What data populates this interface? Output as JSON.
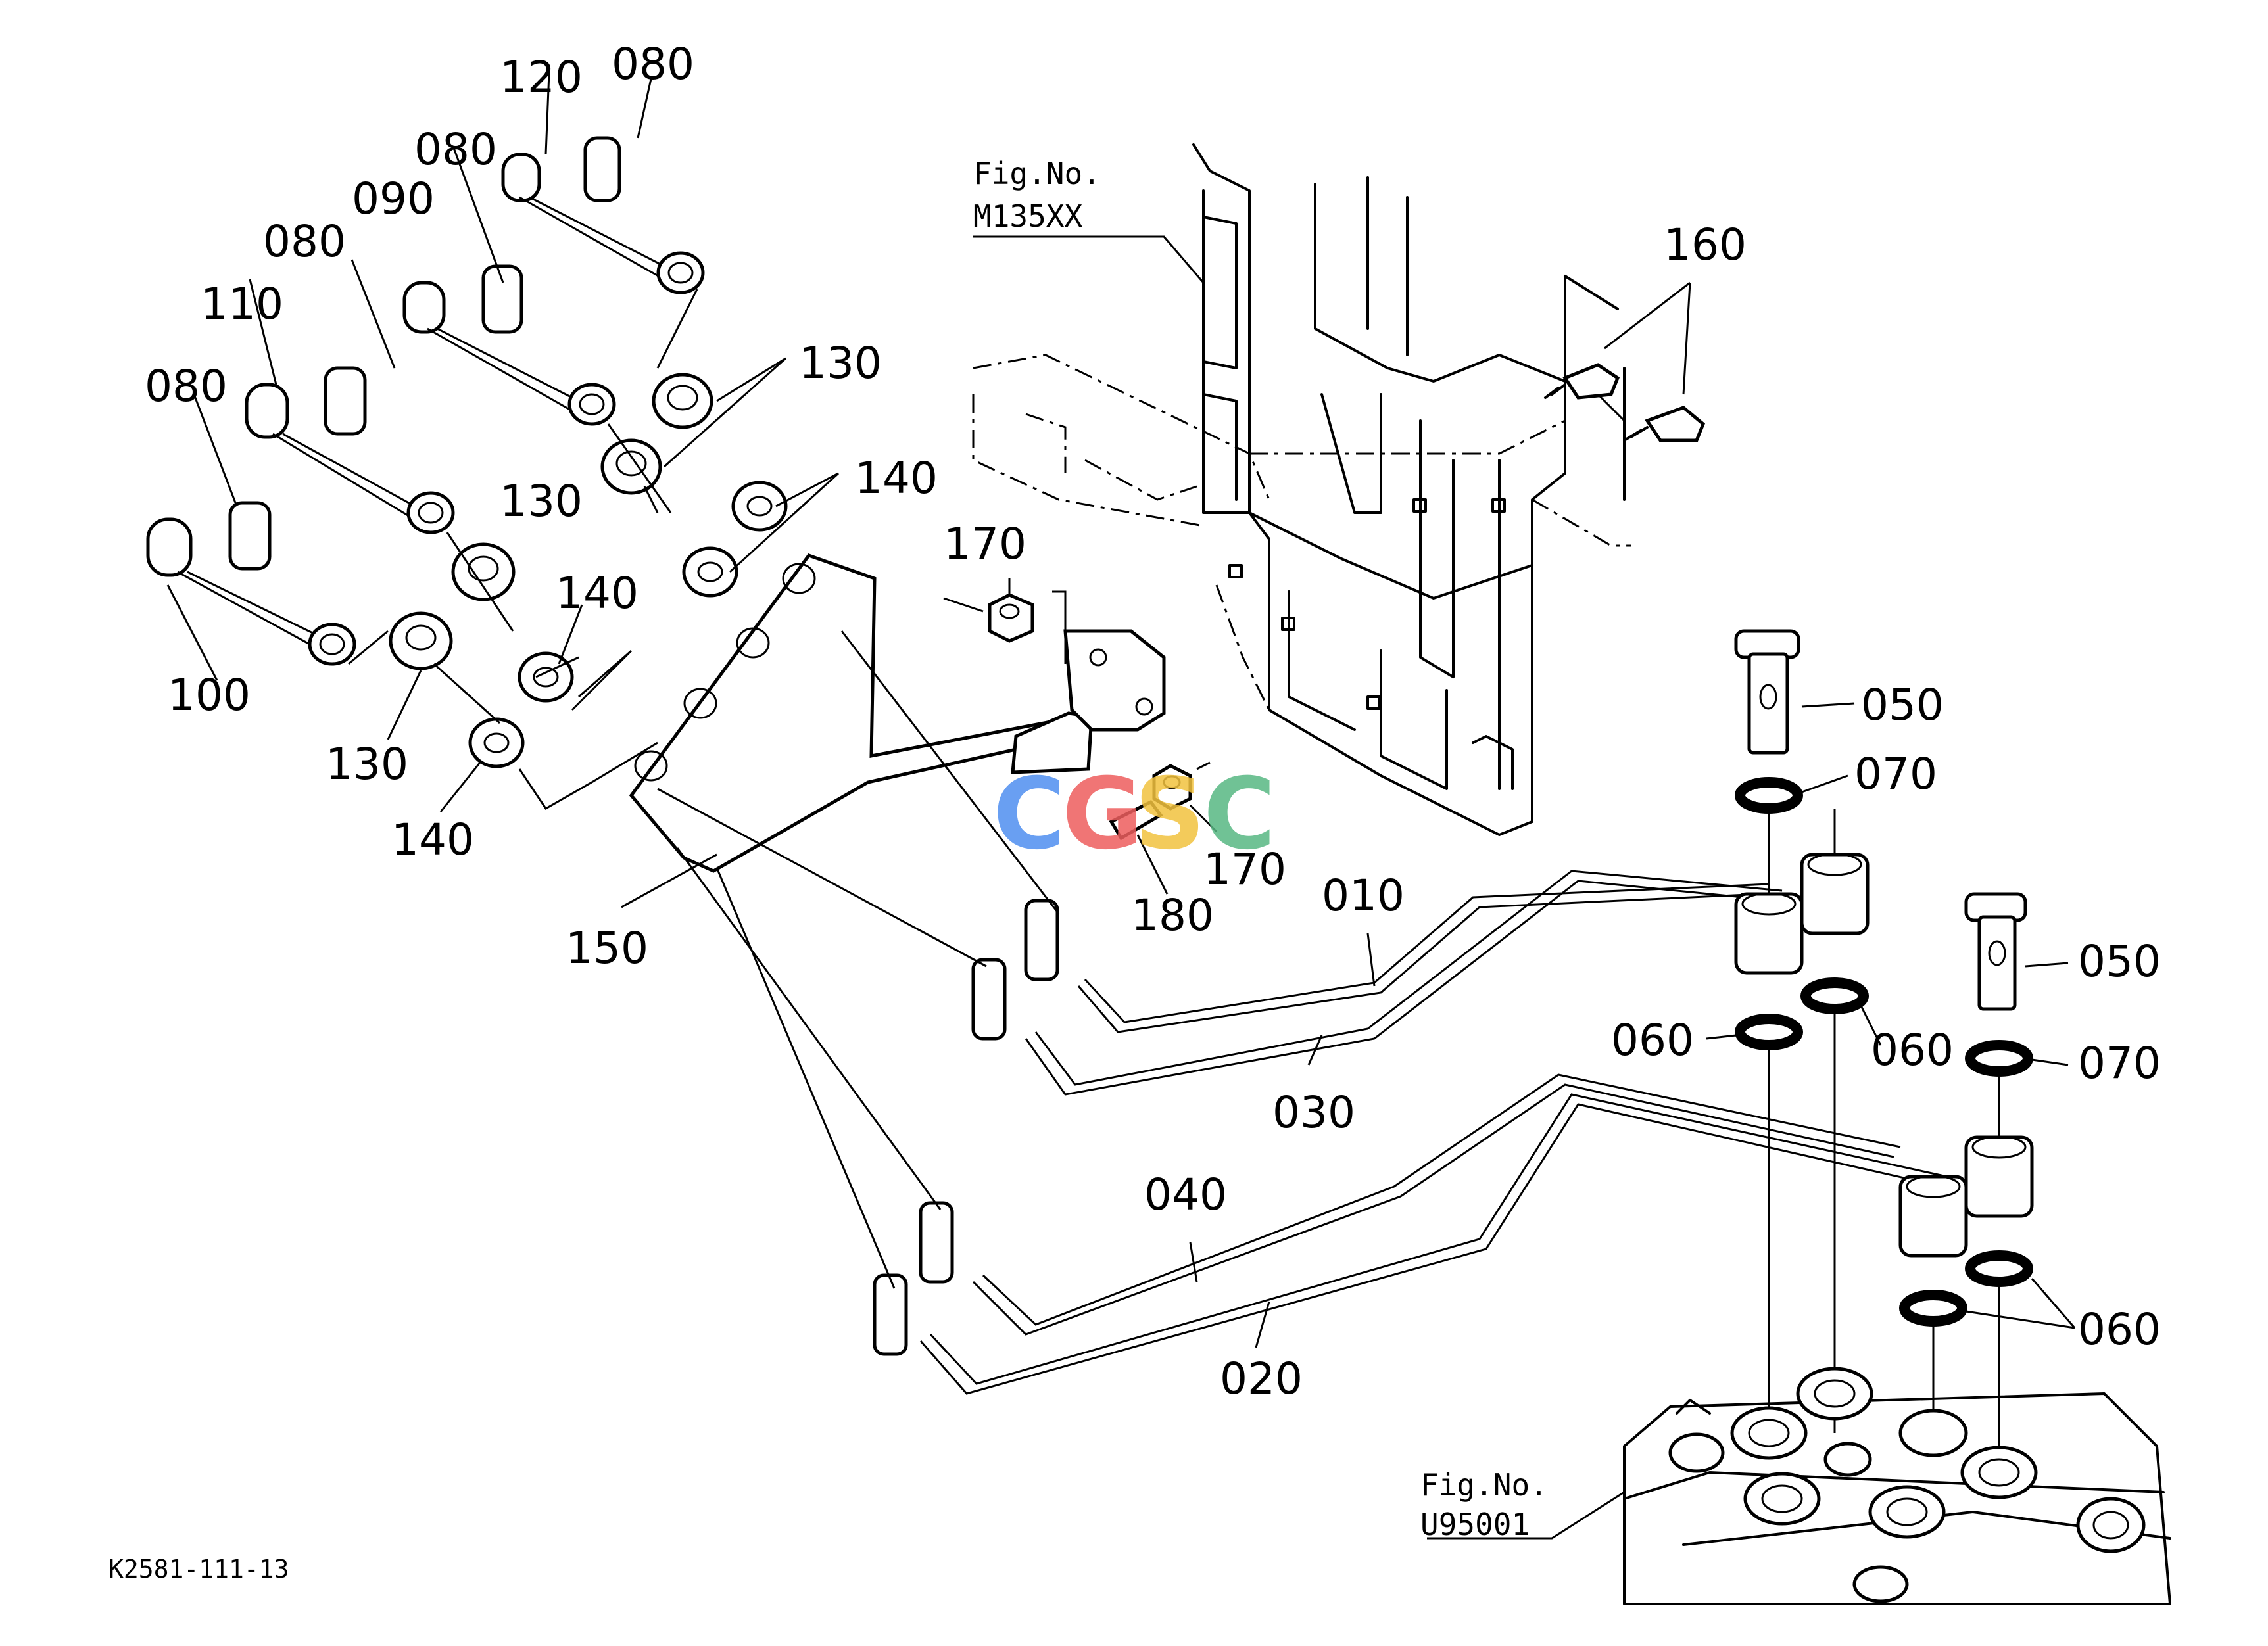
{
  "figure_refs": [
    {
      "label": "Fig.No.",
      "code": "M135XX"
    },
    {
      "label": "Fig.No.",
      "code": "U95001"
    }
  ],
  "drawing_code": "K2581-111-13",
  "watermark": {
    "text": "CGSC",
    "colors": [
      "#4f8ff0",
      "#ee5e5e",
      "#f2c23f",
      "#58b883"
    ]
  },
  "callouts": {
    "c120": "120",
    "c080a": "080",
    "c080b": "080",
    "c090": "090",
    "c080c": "080",
    "c110": "110",
    "c080d": "080",
    "c100": "100",
    "c130a": "130",
    "c130b": "130",
    "c130c": "130",
    "c140a": "140",
    "c140b": "140",
    "c140c": "140",
    "c150": "150",
    "c160": "160",
    "c170a": "170",
    "c170b": "170",
    "c180": "180",
    "c010": "010",
    "c030": "030",
    "c040": "040",
    "c020": "020",
    "c050a": "050",
    "c050b": "050",
    "c070a": "070",
    "c070b": "070",
    "c060a": "060",
    "c060b": "060",
    "c060c": "060"
  }
}
